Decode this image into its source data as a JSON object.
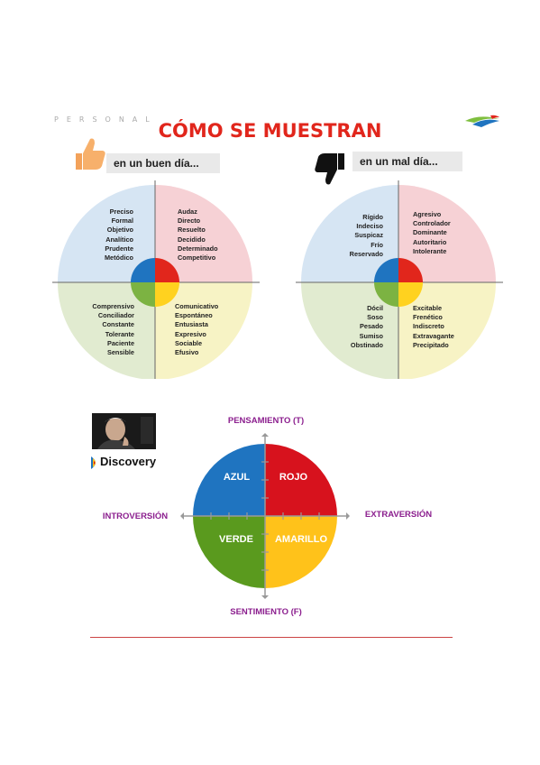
{
  "header": {
    "brand": "PERSONAL",
    "title": "CÓMO SE MUESTRAN"
  },
  "good_day": {
    "label": "en un buen día...",
    "q_blue": [
      "Preciso",
      "Formal",
      "Objetivo",
      "Analítico",
      "Prudente",
      "Metódico"
    ],
    "q_red": [
      "Audaz",
      "Directo",
      "Resuelto",
      "Decidido",
      "Determinado",
      "Competitivo"
    ],
    "q_green": [
      "Comprensivo",
      "Conciliador",
      "Constante",
      "Tolerante",
      "Paciente",
      "Sensible"
    ],
    "q_yellow": [
      "Comunicativo",
      "Espontáneo",
      "Entusiasta",
      "Expresivo",
      "Sociable",
      "Efusivo"
    ]
  },
  "bad_day": {
    "label": "en un mal día...",
    "q_blue": [
      "Rígido",
      "Indeciso",
      "Suspicaz",
      "Frío",
      "Reservado"
    ],
    "q_red": [
      "Agresivo",
      "Controlador",
      "Dominante",
      "Autoritario",
      "Intolerante"
    ],
    "q_green": [
      "Dócil",
      "Soso",
      "Pesado",
      "Sumiso",
      "Obstinado"
    ],
    "q_yellow": [
      "Excitable",
      "Frenético",
      "Indiscreto",
      "Extravagante",
      "Precipitado"
    ]
  },
  "logo": {
    "name": "Discovery"
  },
  "model": {
    "top": "PENSAMIENTO (T)",
    "bottom": "SENTIMIENTO (F)",
    "left": "INTROVERSIÓN",
    "right": "EXTRAVERSIÓN",
    "azul": "AZUL",
    "rojo": "ROJO",
    "verde": "VERDE",
    "amarillo": "AMARILLO"
  },
  "colors": {
    "title_red": "#e1261c",
    "blue": "#1f74c0",
    "red": "#d7121d",
    "green": "#5a9a1e",
    "yellow": "#ffc21a",
    "purple": "#8b1e8e"
  }
}
